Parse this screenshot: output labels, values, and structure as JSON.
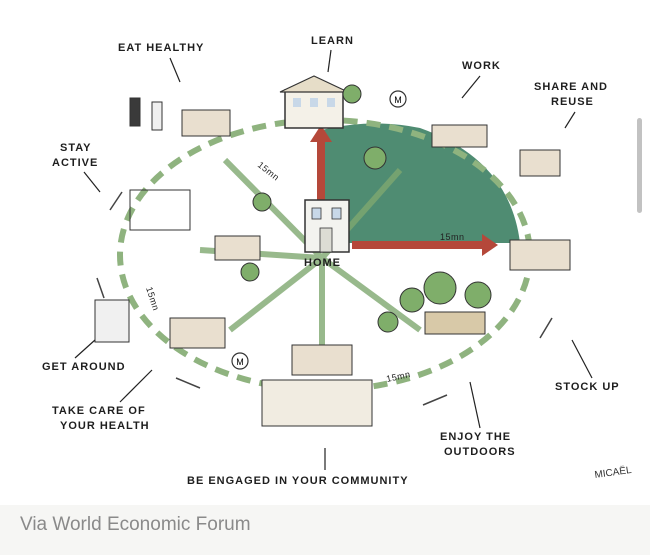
{
  "labels": {
    "eat_healthy": "EAT HEALTHY",
    "learn": "LEARN",
    "work": "WORK",
    "share_reuse_1": "SHARE AND",
    "share_reuse_2": "REUSE",
    "stay_active_1": "STAY",
    "stay_active_2": "ACTIVE",
    "home": "HOME",
    "get_around": "GET AROUND",
    "stock_up": "STOCK UP",
    "take_care_1": "TAKE CARE OF",
    "take_care_2": "YOUR HEALTH",
    "enjoy_1": "ENJOY THE",
    "enjoy_2": "OUTDOORS",
    "community": "BE ENGAGED IN YOUR COMMUNITY"
  },
  "distances": [
    "15mn",
    "15mn",
    "15mn",
    "15mn"
  ],
  "metro_sign": "M",
  "signature": "MICAËL",
  "caption": "Via World Economic Forum",
  "colors": {
    "park_green": "#4f8c72",
    "arrow_red": "#b5483a",
    "ring_dash": "#8fb37f"
  }
}
